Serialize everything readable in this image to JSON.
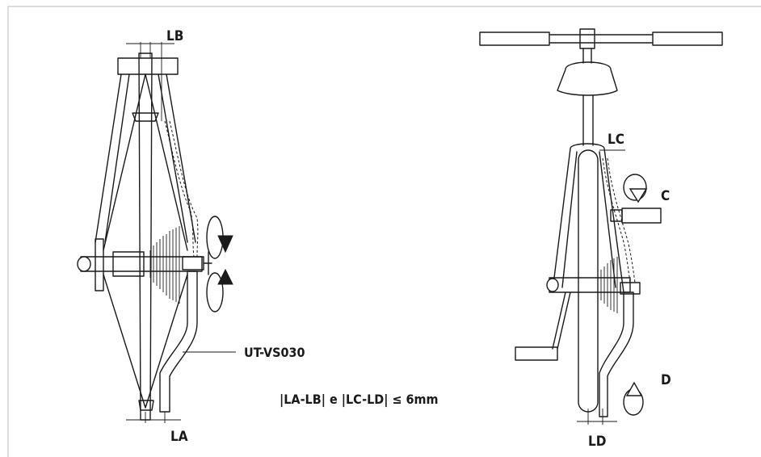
{
  "labels": {
    "la": "LA",
    "lb": "LB",
    "lc": "LC",
    "ld": "LD",
    "c": "C",
    "d": "D",
    "model": "UT-VS030",
    "formula": "|LA-LB| e |LC-LD| ≤ 6mm"
  },
  "icons": {
    "rotate_down": "rotate-arrow-down-icon",
    "rotate_up": "rotate-arrow-up-icon"
  },
  "colors": {
    "line": "#1a1a1a",
    "frame": "#c8c8c8"
  }
}
